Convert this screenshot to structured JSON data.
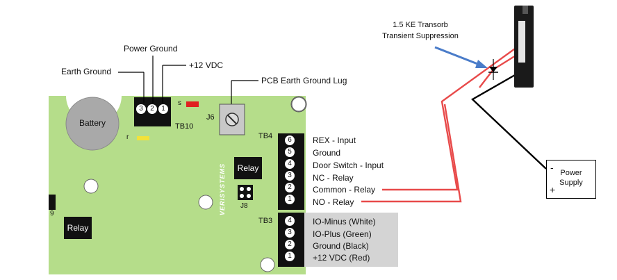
{
  "labels": {
    "earth_ground": "Earth Ground",
    "power_ground": "Power Ground",
    "plus12": "+12 VDC",
    "pcb_lug": "PCB Earth Ground Lug",
    "transorb_line1": "1.5 KE Transorb",
    "transorb_line2": "Transient Suppression"
  },
  "board": {
    "battery": "Battery",
    "tb10": "TB10",
    "j6": "J6",
    "j8": "J8",
    "tb4": "TB4",
    "tb3": "TB3",
    "relay_top": "Relay",
    "relay_left": "Relay",
    "s_mark": "s",
    "r_mark": "r",
    "edge_mark": "9",
    "brand": "VERISYSTEMS",
    "tb10_pins": [
      "3",
      "2",
      "1"
    ],
    "tb4_pins": [
      "6",
      "5",
      "4",
      "3",
      "2",
      "1"
    ],
    "tb3_pins": [
      "4",
      "3",
      "2",
      "1"
    ]
  },
  "tb4_rows": [
    "REX - Input",
    "Ground",
    "Door Switch - Input",
    "NC - Relay",
    "Common - Relay",
    "NO - Relay"
  ],
  "tb3_rows": [
    "IO-Minus (White)",
    "IO-Plus (Green)",
    "Ground (Black)",
    "+12 VDC (Red)"
  ],
  "power_supply": {
    "line1": "Power",
    "line2": "Supply",
    "minus": "-",
    "plus": "+"
  },
  "colors": {
    "board_green": "#b5dd8a",
    "wire_red": "#e84a4a",
    "wire_black": "#000000",
    "arrow_blue": "#4a7cc9",
    "gray_panel": "#d4d4d4"
  }
}
